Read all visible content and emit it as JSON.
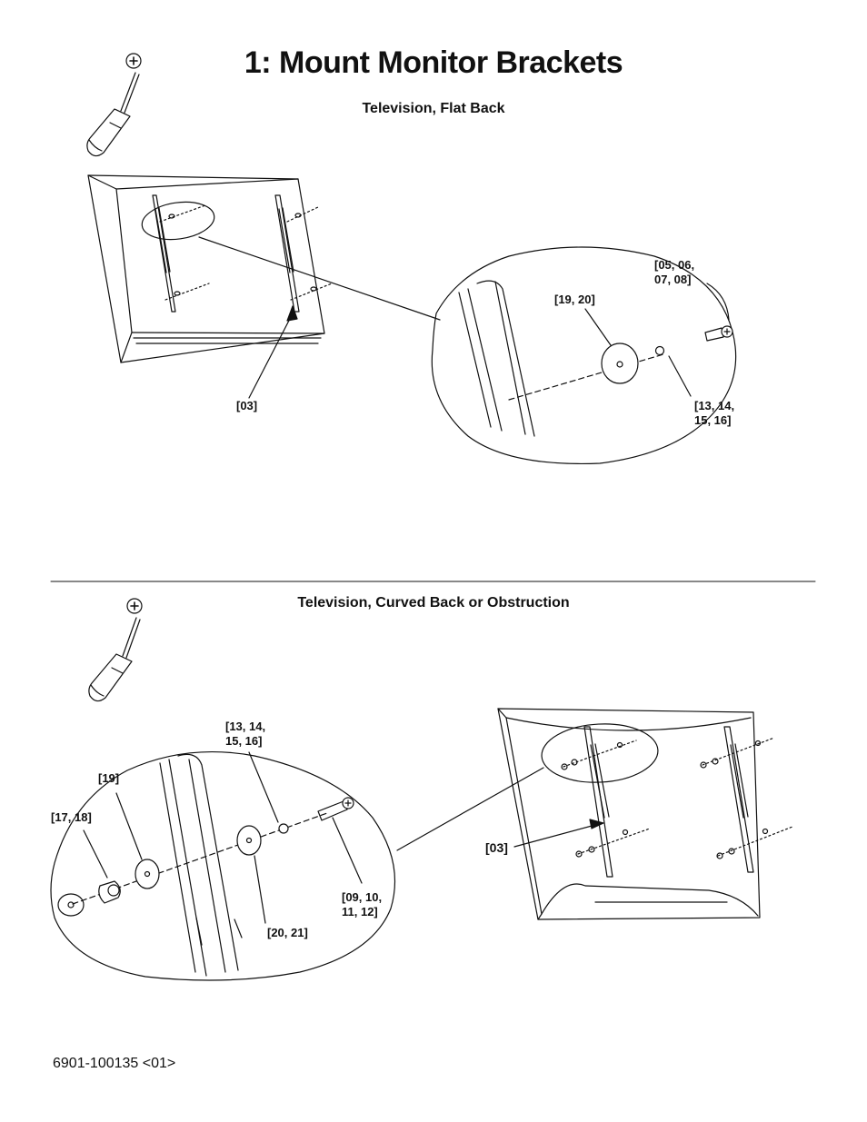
{
  "page": {
    "title": "1: Mount Monitor Brackets",
    "footer": "6901-100135 <01>"
  },
  "section1": {
    "heading": "Television, Flat Back",
    "labels": {
      "bracket": "[03]",
      "washer": "[19, 20]",
      "screw_l1": "[05, 06,",
      "screw_l2": "07, 08]",
      "lock_l1": "[13, 14,",
      "lock_l2": "15, 16]"
    }
  },
  "section2": {
    "heading": "Television, Curved Back or Obstruction",
    "labels": {
      "lock_l1": "[13, 14,",
      "lock_l2": "15, 16]",
      "washer19": "[19]",
      "spacer_l1": "[17, 18]",
      "washer2021": "[20, 21]",
      "screw_l1": "[09, 10,",
      "screw_l2": "11, 12]",
      "bracket": "[03]"
    }
  },
  "icons": {
    "tool": "phillips-screwdriver-icon"
  }
}
